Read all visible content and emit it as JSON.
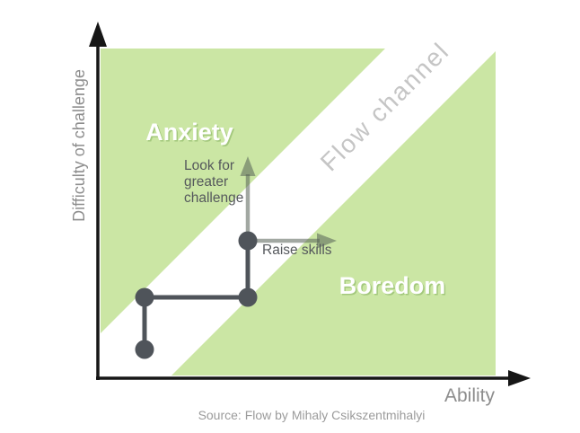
{
  "colors": {
    "region_green": "#cbe6a4",
    "axis_black": "#161616",
    "axis_label_gray": "#8d8d8d",
    "path_dark_gray": "#4f545a",
    "arrow_gray": "#566056",
    "annotation_text": "#55585c",
    "flow_channel_gray": "#c5c5c5",
    "region_label_white": "#ffffff",
    "region_label_shadow": "#a3c87c",
    "source_gray": "#9b9b9b"
  },
  "diagram": {
    "y_axis_label": "Difficulty of challenge",
    "x_axis_label": "Ability",
    "channel_label": "Flow channel",
    "regions": {
      "anxiety": {
        "label": "Anxiety"
      },
      "boredom": {
        "label": "Boredom"
      }
    },
    "annotations": {
      "look_for_greater_challenge": {
        "lines": [
          "Look for",
          "greater",
          "challenge"
        ]
      },
      "raise_skills": {
        "label": "Raise skills"
      }
    },
    "source": "Source: Flow by Mihaly Csikszentmihalyi"
  }
}
